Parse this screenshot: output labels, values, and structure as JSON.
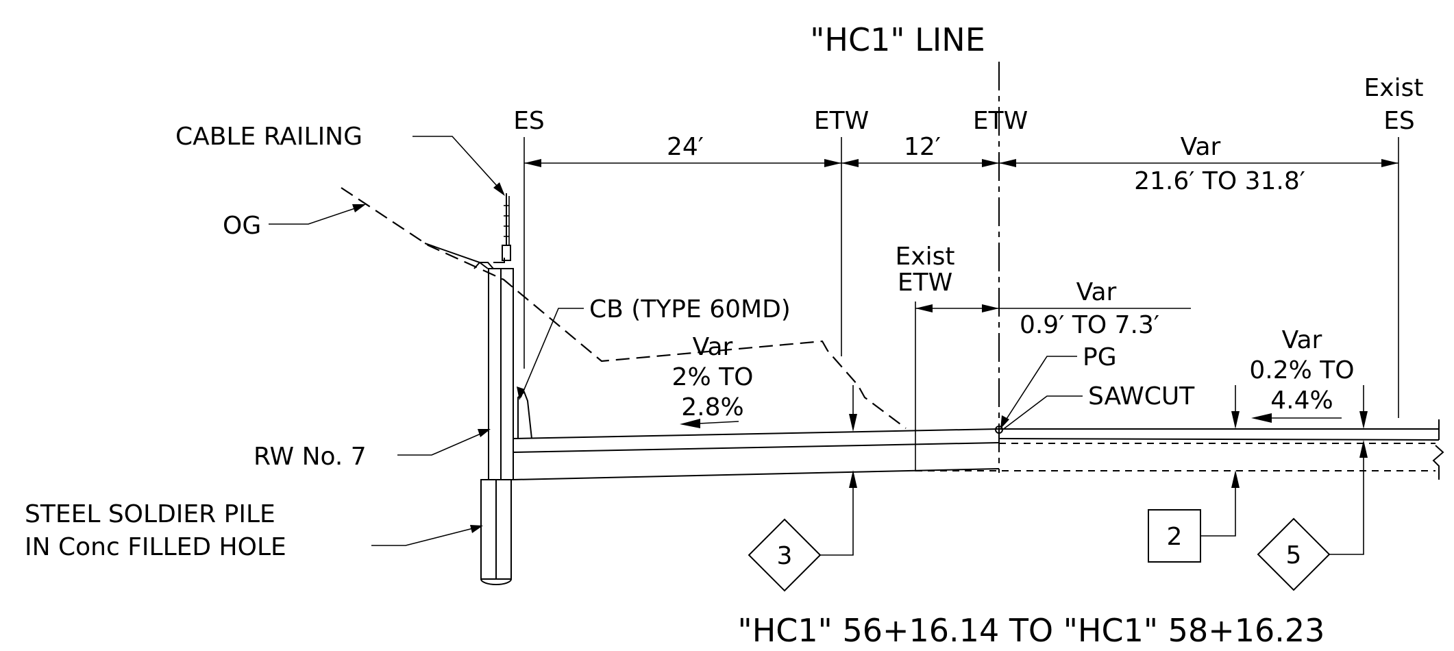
{
  "title": "\"HC1\" LINE",
  "station_range": "\"HC1\" 56+16.14 TO \"HC1\" 58+16.23",
  "top_labels": {
    "es": "ES",
    "etw_left": "ETW",
    "etw_right": "ETW",
    "exist_es_line1": "Exist",
    "exist_es_line2": "ES"
  },
  "dimensions": {
    "d1": "24′",
    "d2": "12′",
    "d3_line1": "Var",
    "d3_line2": "21.6′ TO 31.8′",
    "d4_line1": "Var",
    "d4_line2": "0.9′ TO 7.3′"
  },
  "callouts": {
    "cable_railing": "CABLE RAILING",
    "og": "OG",
    "cb": "CB (TYPE 60MD)",
    "rw": "RW No. 7",
    "pile_line1": "STEEL SOLDIER PILE",
    "pile_line2": "IN Conc FILLED HOLE",
    "exist_etw_line1": "Exist",
    "exist_etw_line2": "ETW",
    "pg": "PG",
    "sawcut": "SAWCUT"
  },
  "slopes": {
    "left_line1": "Var",
    "left_line2": "2% TO",
    "left_line3": "2.8%",
    "right_line1": "Var",
    "right_line2": "0.2% TO",
    "right_line3": "4.4%"
  },
  "tags": {
    "diamond_3": "3",
    "square_2": "2",
    "diamond_5": "5"
  }
}
